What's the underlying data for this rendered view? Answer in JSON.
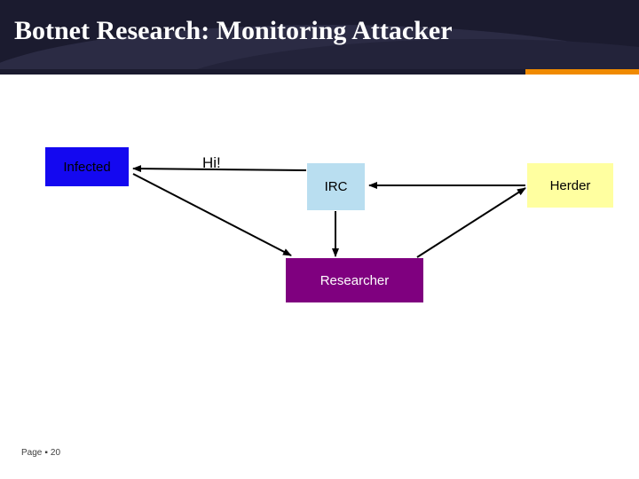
{
  "slide": {
    "title": "Botnet Research: Monitoring Attacker",
    "footer": {
      "page_label": "Page",
      "bullet": "▪",
      "page_number": "20"
    },
    "colors": {
      "title_bar": "#1b1b2f",
      "accent": "#f08a00",
      "infected_fill": "#1408f0",
      "irc_fill": "#b9def0",
      "herder_fill": "#ffffa0",
      "researcher_fill": "#7f007f",
      "arrow": "#000000"
    }
  },
  "diagram": {
    "type": "node-link",
    "nodes": [
      {
        "id": "infected",
        "label": "Infected"
      },
      {
        "id": "irc",
        "label": "IRC"
      },
      {
        "id": "herder",
        "label": "Herder"
      },
      {
        "id": "researcher",
        "label": "Researcher"
      }
    ],
    "annotations": [
      {
        "id": "hi-label",
        "text": "Hi!"
      }
    ],
    "edges": [
      {
        "from": "irc",
        "to": "infected",
        "direction": "one-way"
      },
      {
        "from": "herder",
        "to": "irc",
        "direction": "one-way"
      },
      {
        "from": "irc",
        "to": "researcher",
        "direction": "one-way"
      },
      {
        "from": "infected",
        "to": "researcher",
        "direction": "one-way"
      },
      {
        "from": "researcher",
        "to": "herder",
        "direction": "one-way"
      }
    ]
  }
}
